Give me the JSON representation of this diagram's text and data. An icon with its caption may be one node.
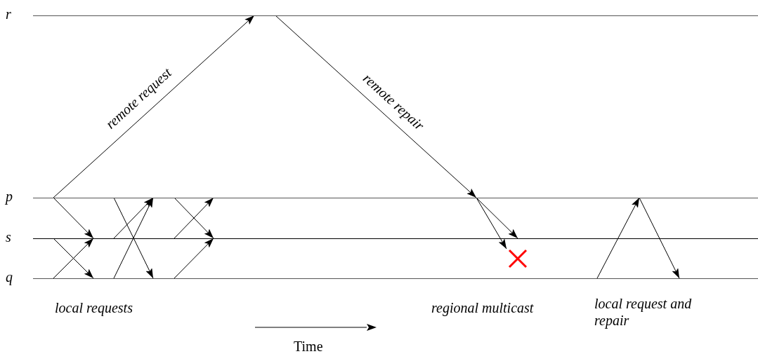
{
  "diagram": {
    "nodes": [
      {
        "text": [
          "r"
        ]
      },
      {
        "text": [
          "p"
        ]
      },
      {
        "text": [
          "s"
        ]
      },
      {
        "text": [
          "q"
        ]
      },
      {
        "text": [],
        "shape": "cross"
      }
    ],
    "edges": [
      {
        "from": 1,
        "to": 0,
        "arrow": "to",
        "label": "remote request"
      },
      {
        "from": 0,
        "to": 1,
        "arrow": "to",
        "label": "remote repair"
      },
      {
        "from": 1,
        "to": 2,
        "arrow": "to"
      },
      {
        "from": 2,
        "to": 3,
        "arrow": "to"
      },
      {
        "from": 3,
        "to": 2,
        "arrow": "to"
      },
      {
        "from": 2,
        "to": 1,
        "arrow": "to"
      },
      {
        "from": 3,
        "to": 1,
        "arrow": "to"
      },
      {
        "from": 1,
        "to": 3,
        "arrow": "to"
      },
      {
        "from": 2,
        "to": 1,
        "arrow": "to"
      },
      {
        "from": 1,
        "to": 2,
        "arrow": "to"
      },
      {
        "from": 3,
        "to": 2,
        "arrow": "to"
      },
      {
        "from": 1,
        "to": 2,
        "arrow": "to"
      },
      {
        "from": 1,
        "to": 4,
        "arrow": "to"
      },
      {
        "from": 3,
        "to": 1,
        "arrow": "to"
      },
      {
        "from": 1,
        "to": 3,
        "arrow": "to"
      }
    ],
    "labels": [
      "local requests",
      "regional multicast",
      "local request and repair",
      "Time"
    ]
  }
}
